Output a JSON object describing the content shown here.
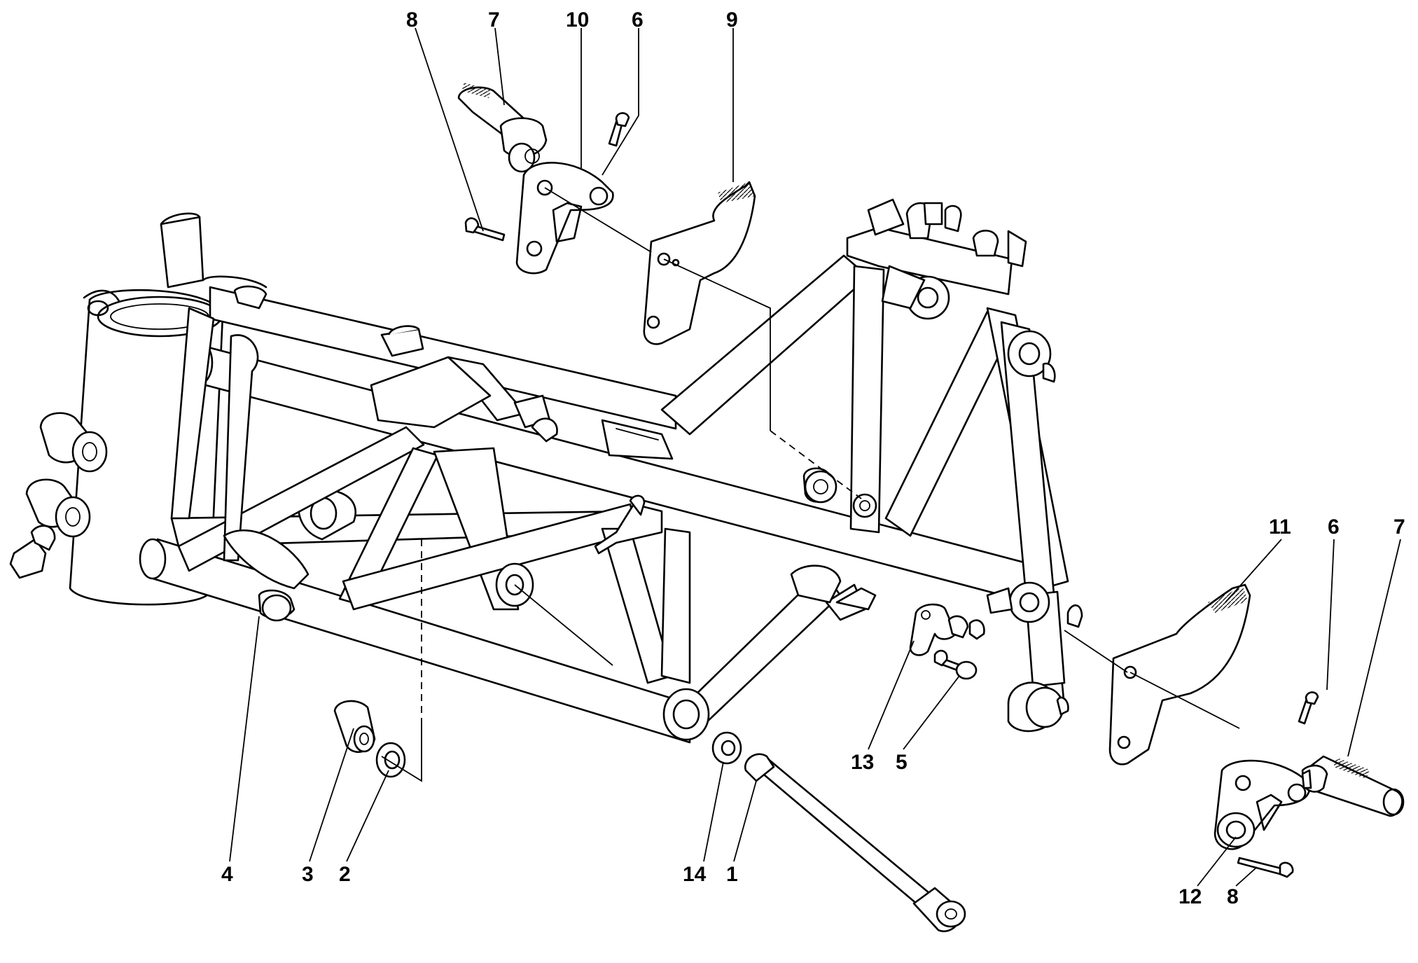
{
  "diagram": {
    "callouts": [
      {
        "id": "c8-top",
        "text": "8"
      },
      {
        "id": "c7-top",
        "text": "7"
      },
      {
        "id": "c10",
        "text": "10"
      },
      {
        "id": "c6-top",
        "text": "6"
      },
      {
        "id": "c9",
        "text": "9"
      },
      {
        "id": "c11",
        "text": "11"
      },
      {
        "id": "c6-right",
        "text": "6"
      },
      {
        "id": "c7-right",
        "text": "7"
      },
      {
        "id": "c13",
        "text": "13"
      },
      {
        "id": "c5",
        "text": "5"
      },
      {
        "id": "c4",
        "text": "4"
      },
      {
        "id": "c3",
        "text": "3"
      },
      {
        "id": "c2",
        "text": "2"
      },
      {
        "id": "c14",
        "text": "14"
      },
      {
        "id": "c1",
        "text": "1"
      },
      {
        "id": "c12",
        "text": "12"
      },
      {
        "id": "c8-right",
        "text": "8"
      }
    ]
  }
}
